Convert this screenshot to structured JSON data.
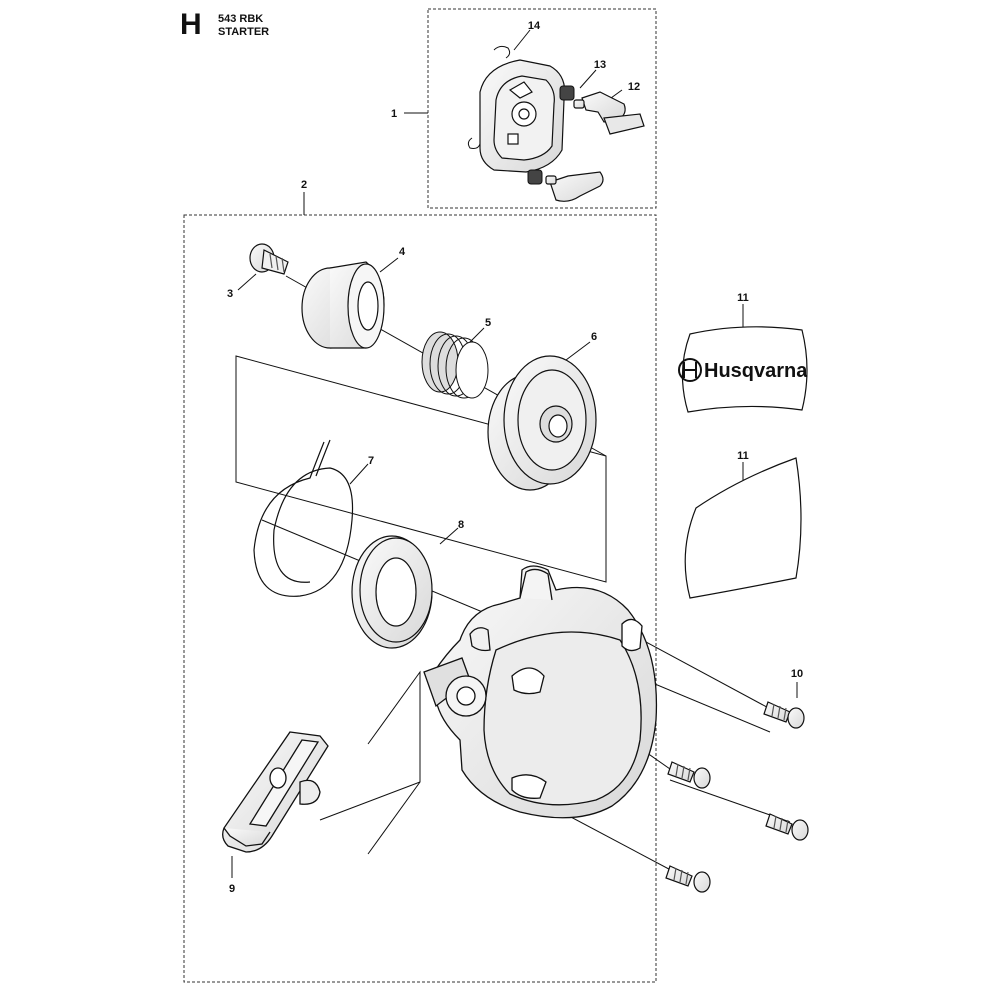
{
  "header": {
    "section_letter": "H",
    "model": "543 RBK",
    "title": "STARTER"
  },
  "decal": {
    "brand": "Husqvarna"
  },
  "callouts": {
    "c1": "1",
    "c2": "2",
    "c3": "3",
    "c4": "4",
    "c5": "5",
    "c6": "6",
    "c7": "7",
    "c8": "8",
    "c9": "9",
    "c10": "10",
    "c11a": "11",
    "c11b": "11",
    "c12": "12",
    "c13": "13",
    "c14": "14"
  },
  "colors": {
    "line": "#111111",
    "part_shade": "#e6e6e6"
  }
}
